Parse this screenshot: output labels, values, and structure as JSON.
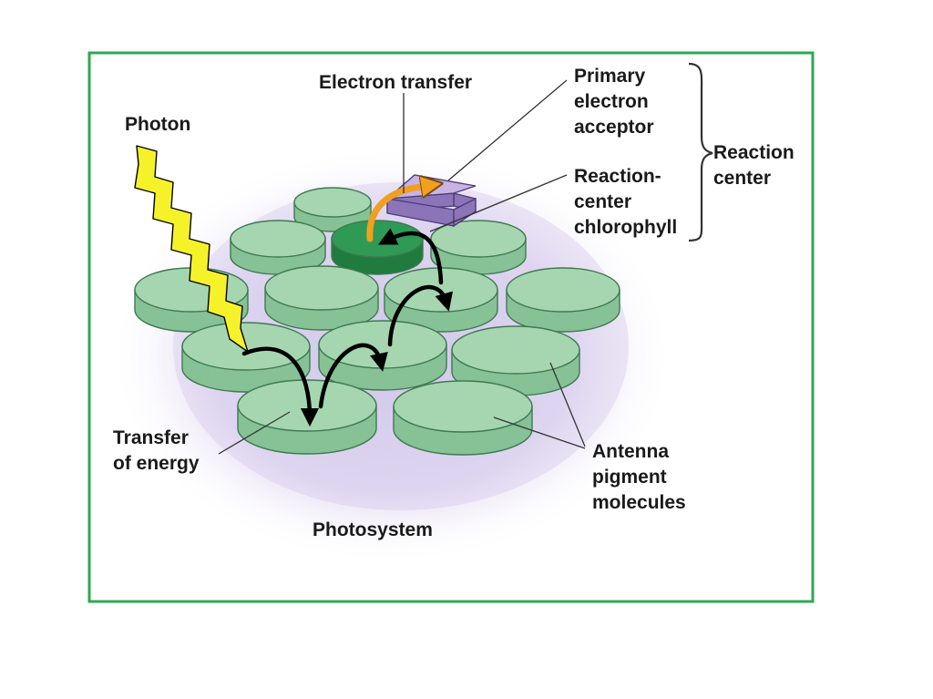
{
  "labels": {
    "electron_transfer": "Electron transfer",
    "photon": "Photon",
    "primary": [
      "Primary",
      "electron",
      "acceptor"
    ],
    "reaction_center_chlorophyll": [
      "Reaction-",
      "center",
      "chlorophyll"
    ],
    "reaction_center": [
      "Reaction",
      "center"
    ],
    "transfer_of_energy": [
      "Transfer",
      "of energy"
    ],
    "antenna": [
      "Antenna",
      "pigment",
      "molecules"
    ],
    "photosystem": "Photosystem"
  },
  "colors": {
    "frame": "#2fa84f",
    "antenna_top": "#a6d6b0",
    "antenna_side": "#86c295",
    "reaction_top": "#2f9a55",
    "reaction_side": "#1f7c3e",
    "acceptor_top": "#c7b3e6",
    "acceptor_side": "#8b74b8",
    "photon_fill": "#f6f22a",
    "halo": "#cfc4e8",
    "electron_arrow": "#f0a020"
  },
  "icons": {
    "photon": "lightning-bolt-icon",
    "energy": "curved-arrow-icon",
    "electron": "orange-curved-arrow-icon",
    "bracket": "curly-brace-icon"
  }
}
